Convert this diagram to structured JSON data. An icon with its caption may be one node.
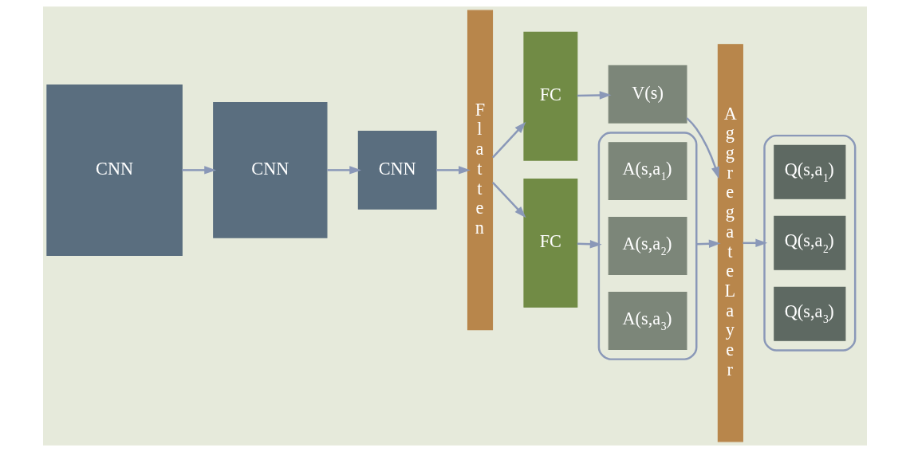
{
  "diagram": {
    "nodes": [
      {
        "text": [
          "CNN"
        ]
      },
      {
        "text": [
          "CNN"
        ]
      },
      {
        "text": [
          "CNN"
        ]
      },
      {
        "text": [
          "Flatten"
        ]
      },
      {
        "text": [
          "FC"
        ]
      },
      {
        "text": [
          "V(s)"
        ]
      },
      {
        "text": [
          "FC"
        ]
      },
      {
        "text": [],
        "shape": "bracket"
      },
      {
        "text": [
          "A(s,a$_{1}$)"
        ],
        "in": 7
      },
      {
        "text": [
          "A(s,a$_{2}$)"
        ],
        "in": 7
      },
      {
        "text": [
          "A(s,a$_{3}$)"
        ],
        "in": 7
      },
      {
        "text": [
          "AggregateLayer"
        ]
      },
      {
        "text": [],
        "shape": "bracket"
      },
      {
        "text": [
          "Q(s,a$_{1}$)"
        ],
        "in": 12
      },
      {
        "text": [
          "Q(s,a$_{2}$)"
        ],
        "in": 12
      },
      {
        "text": [
          "Q(s,a$_{3}$)"
        ],
        "in": 12
      }
    ],
    "edges": [
      {
        "from": 0,
        "to": 1,
        "arrow": "to"
      },
      {
        "from": 1,
        "to": 2,
        "arrow": "to"
      },
      {
        "from": 2,
        "to": 3,
        "arrow": "to"
      },
      {
        "from": 3,
        "to": 4,
        "arrow": "to"
      },
      {
        "from": 3,
        "to": 6,
        "arrow": "to"
      },
      {
        "from": 4,
        "to": 5,
        "arrow": "to"
      },
      {
        "from": 5,
        "to": 11,
        "arrow": "to"
      },
      {
        "from": 6,
        "to": 7,
        "arrow": "to"
      },
      {
        "from": 7,
        "to": 11,
        "arrow": "to"
      },
      {
        "from": 11,
        "to": 12,
        "arrow": "to"
      }
    ]
  }
}
